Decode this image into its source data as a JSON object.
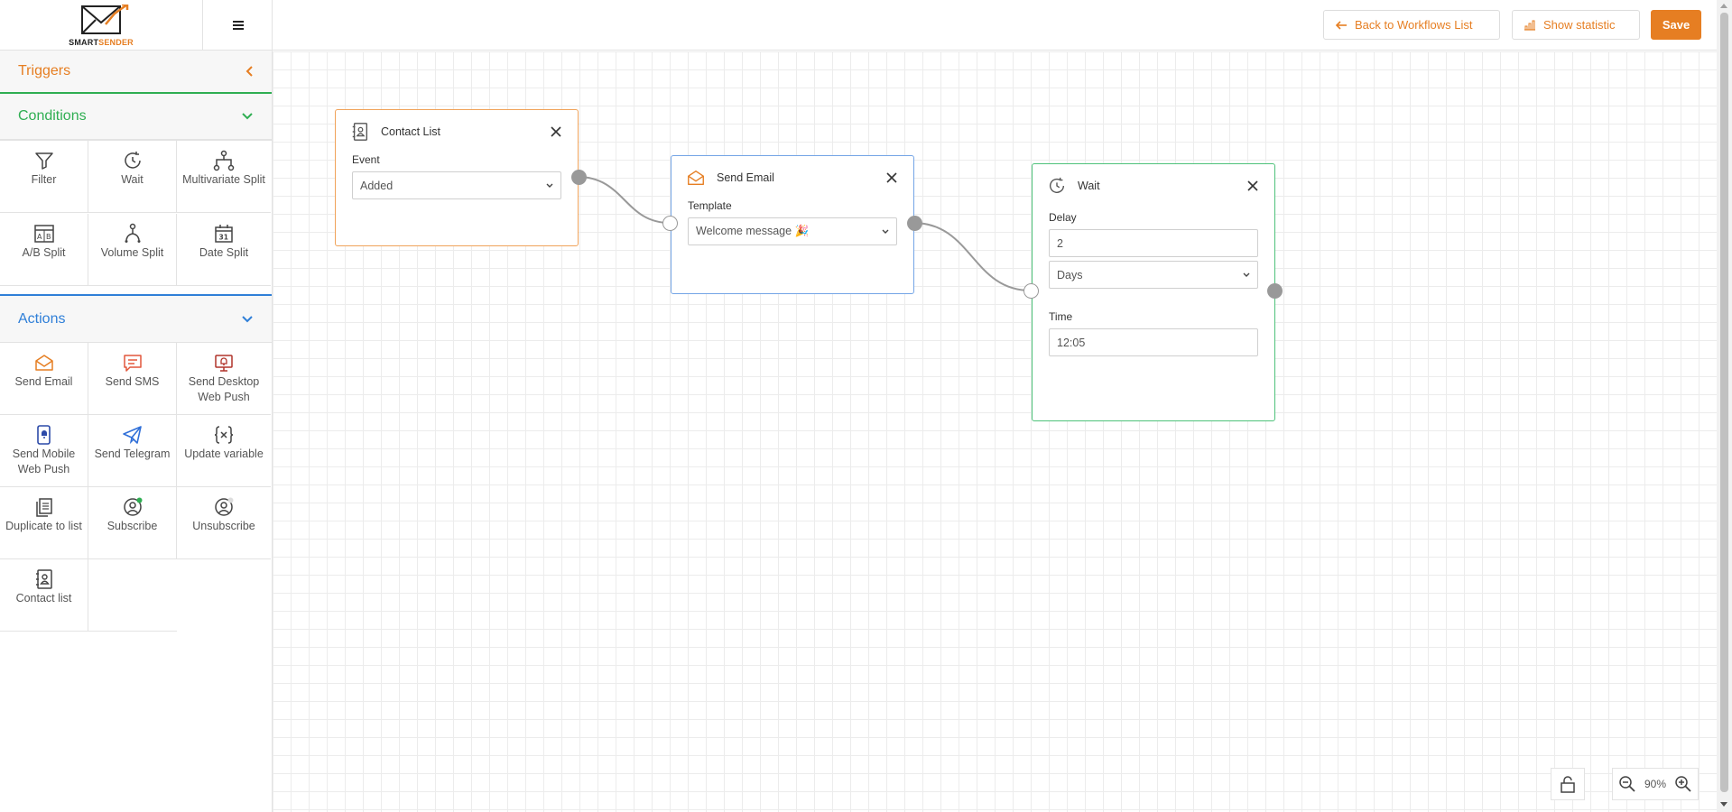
{
  "brand": {
    "smart": "SMART",
    "sender": "SENDER",
    "accent": "#e67e22"
  },
  "toolbar": {
    "back_label": "Back to Workflows List",
    "stat_label": "Show statistic",
    "save_label": "Save"
  },
  "sidebar": {
    "triggers": {
      "label": "Triggers",
      "color": "#e67e22"
    },
    "conditions": {
      "label": "Conditions",
      "color": "#2fae52",
      "items": [
        {
          "label": "Filter",
          "icon": "filter-icon"
        },
        {
          "label": "Wait",
          "icon": "clock-icon"
        },
        {
          "label": "Multivariate Split",
          "icon": "split-tree-icon"
        },
        {
          "label": "A/B Split",
          "icon": "ab-split-icon"
        },
        {
          "label": "Volume Split",
          "icon": "volume-split-icon"
        },
        {
          "label": "Date Split",
          "icon": "calendar-icon"
        }
      ]
    },
    "actions": {
      "label": "Actions",
      "color": "#2f7fd8",
      "items": [
        {
          "label": "Send Email",
          "icon": "envelope-icon"
        },
        {
          "label": "Send SMS",
          "icon": "sms-icon"
        },
        {
          "label": "Send Desktop Web Push",
          "icon": "desktop-push-icon"
        },
        {
          "label": "Send Mobile Web Push",
          "icon": "mobile-push-icon"
        },
        {
          "label": "Send Telegram",
          "icon": "telegram-icon"
        },
        {
          "label": "Update variable",
          "icon": "variable-icon"
        },
        {
          "label": "Duplicate to list",
          "icon": "duplicate-icon"
        },
        {
          "label": "Subscribe",
          "icon": "subscribe-icon"
        },
        {
          "label": "Unsubscribe",
          "icon": "unsubscribe-icon"
        },
        {
          "label": "Contact list",
          "icon": "contact-book-icon"
        }
      ]
    }
  },
  "nodes": {
    "contact_list": {
      "title": "Contact List",
      "field_label": "Event",
      "value": "Added",
      "border": "#f0a35a"
    },
    "send_email": {
      "title": "Send Email",
      "field_label": "Template",
      "value": "Welcome message 🎉",
      "border": "#74a5e6"
    },
    "wait": {
      "title": "Wait",
      "delay_label": "Delay",
      "delay_value": "2",
      "unit_value": "Days",
      "time_label": "Time",
      "time_value": "12:05",
      "border": "#4ec27a"
    }
  },
  "zoom": {
    "level": "90%"
  }
}
